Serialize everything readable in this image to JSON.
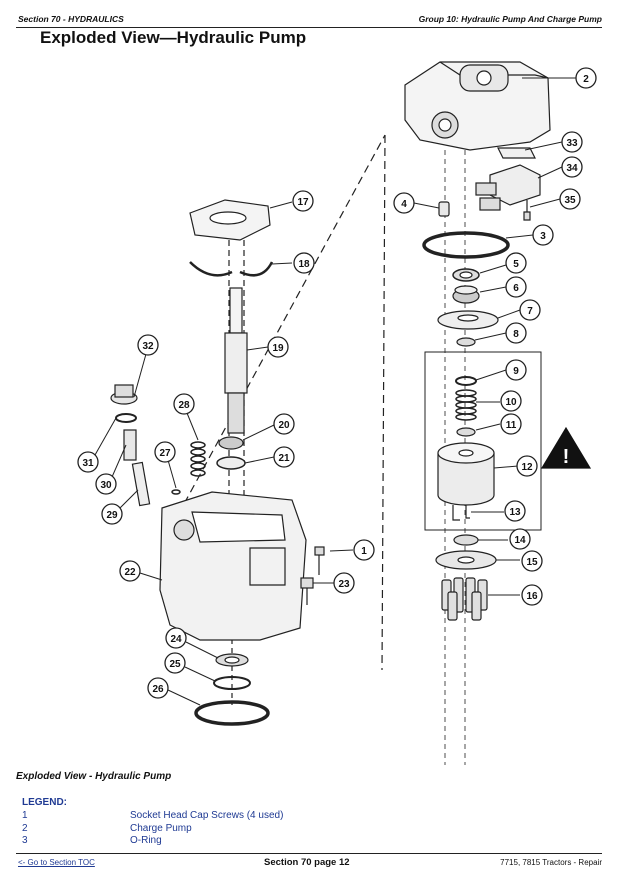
{
  "header": {
    "section": "Section 70 - HYDRAULICS",
    "group": "Group 10: Hydraulic Pump And Charge Pump"
  },
  "title": "Exploded View—Hydraulic Pump",
  "callouts": [
    "1",
    "2",
    "3",
    "4",
    "5",
    "6",
    "7",
    "8",
    "9",
    "10",
    "11",
    "12",
    "13",
    "14",
    "15",
    "16",
    "17",
    "18",
    "19",
    "20",
    "21",
    "22",
    "23",
    "24",
    "25",
    "26",
    "27",
    "28",
    "29",
    "30",
    "31",
    "32",
    "33",
    "34",
    "35"
  ],
  "warning_symbol": "!",
  "figure_caption": "Exploded View - Hydraulic Pump",
  "legend": {
    "title": "LEGEND:",
    "items": [
      {
        "num": "1",
        "desc": "Socket Head Cap Screws (4 used)"
      },
      {
        "num": "2",
        "desc": "Charge Pump"
      },
      {
        "num": "3",
        "desc": "O-Ring"
      }
    ]
  },
  "footer": {
    "toc_link": "<- Go to Section TOC",
    "page": "Section 70 page 12",
    "product": "7715, 7815 Tractors - Repair"
  },
  "colors": {
    "legend_text": "#1f3a93",
    "line": "#222222"
  }
}
